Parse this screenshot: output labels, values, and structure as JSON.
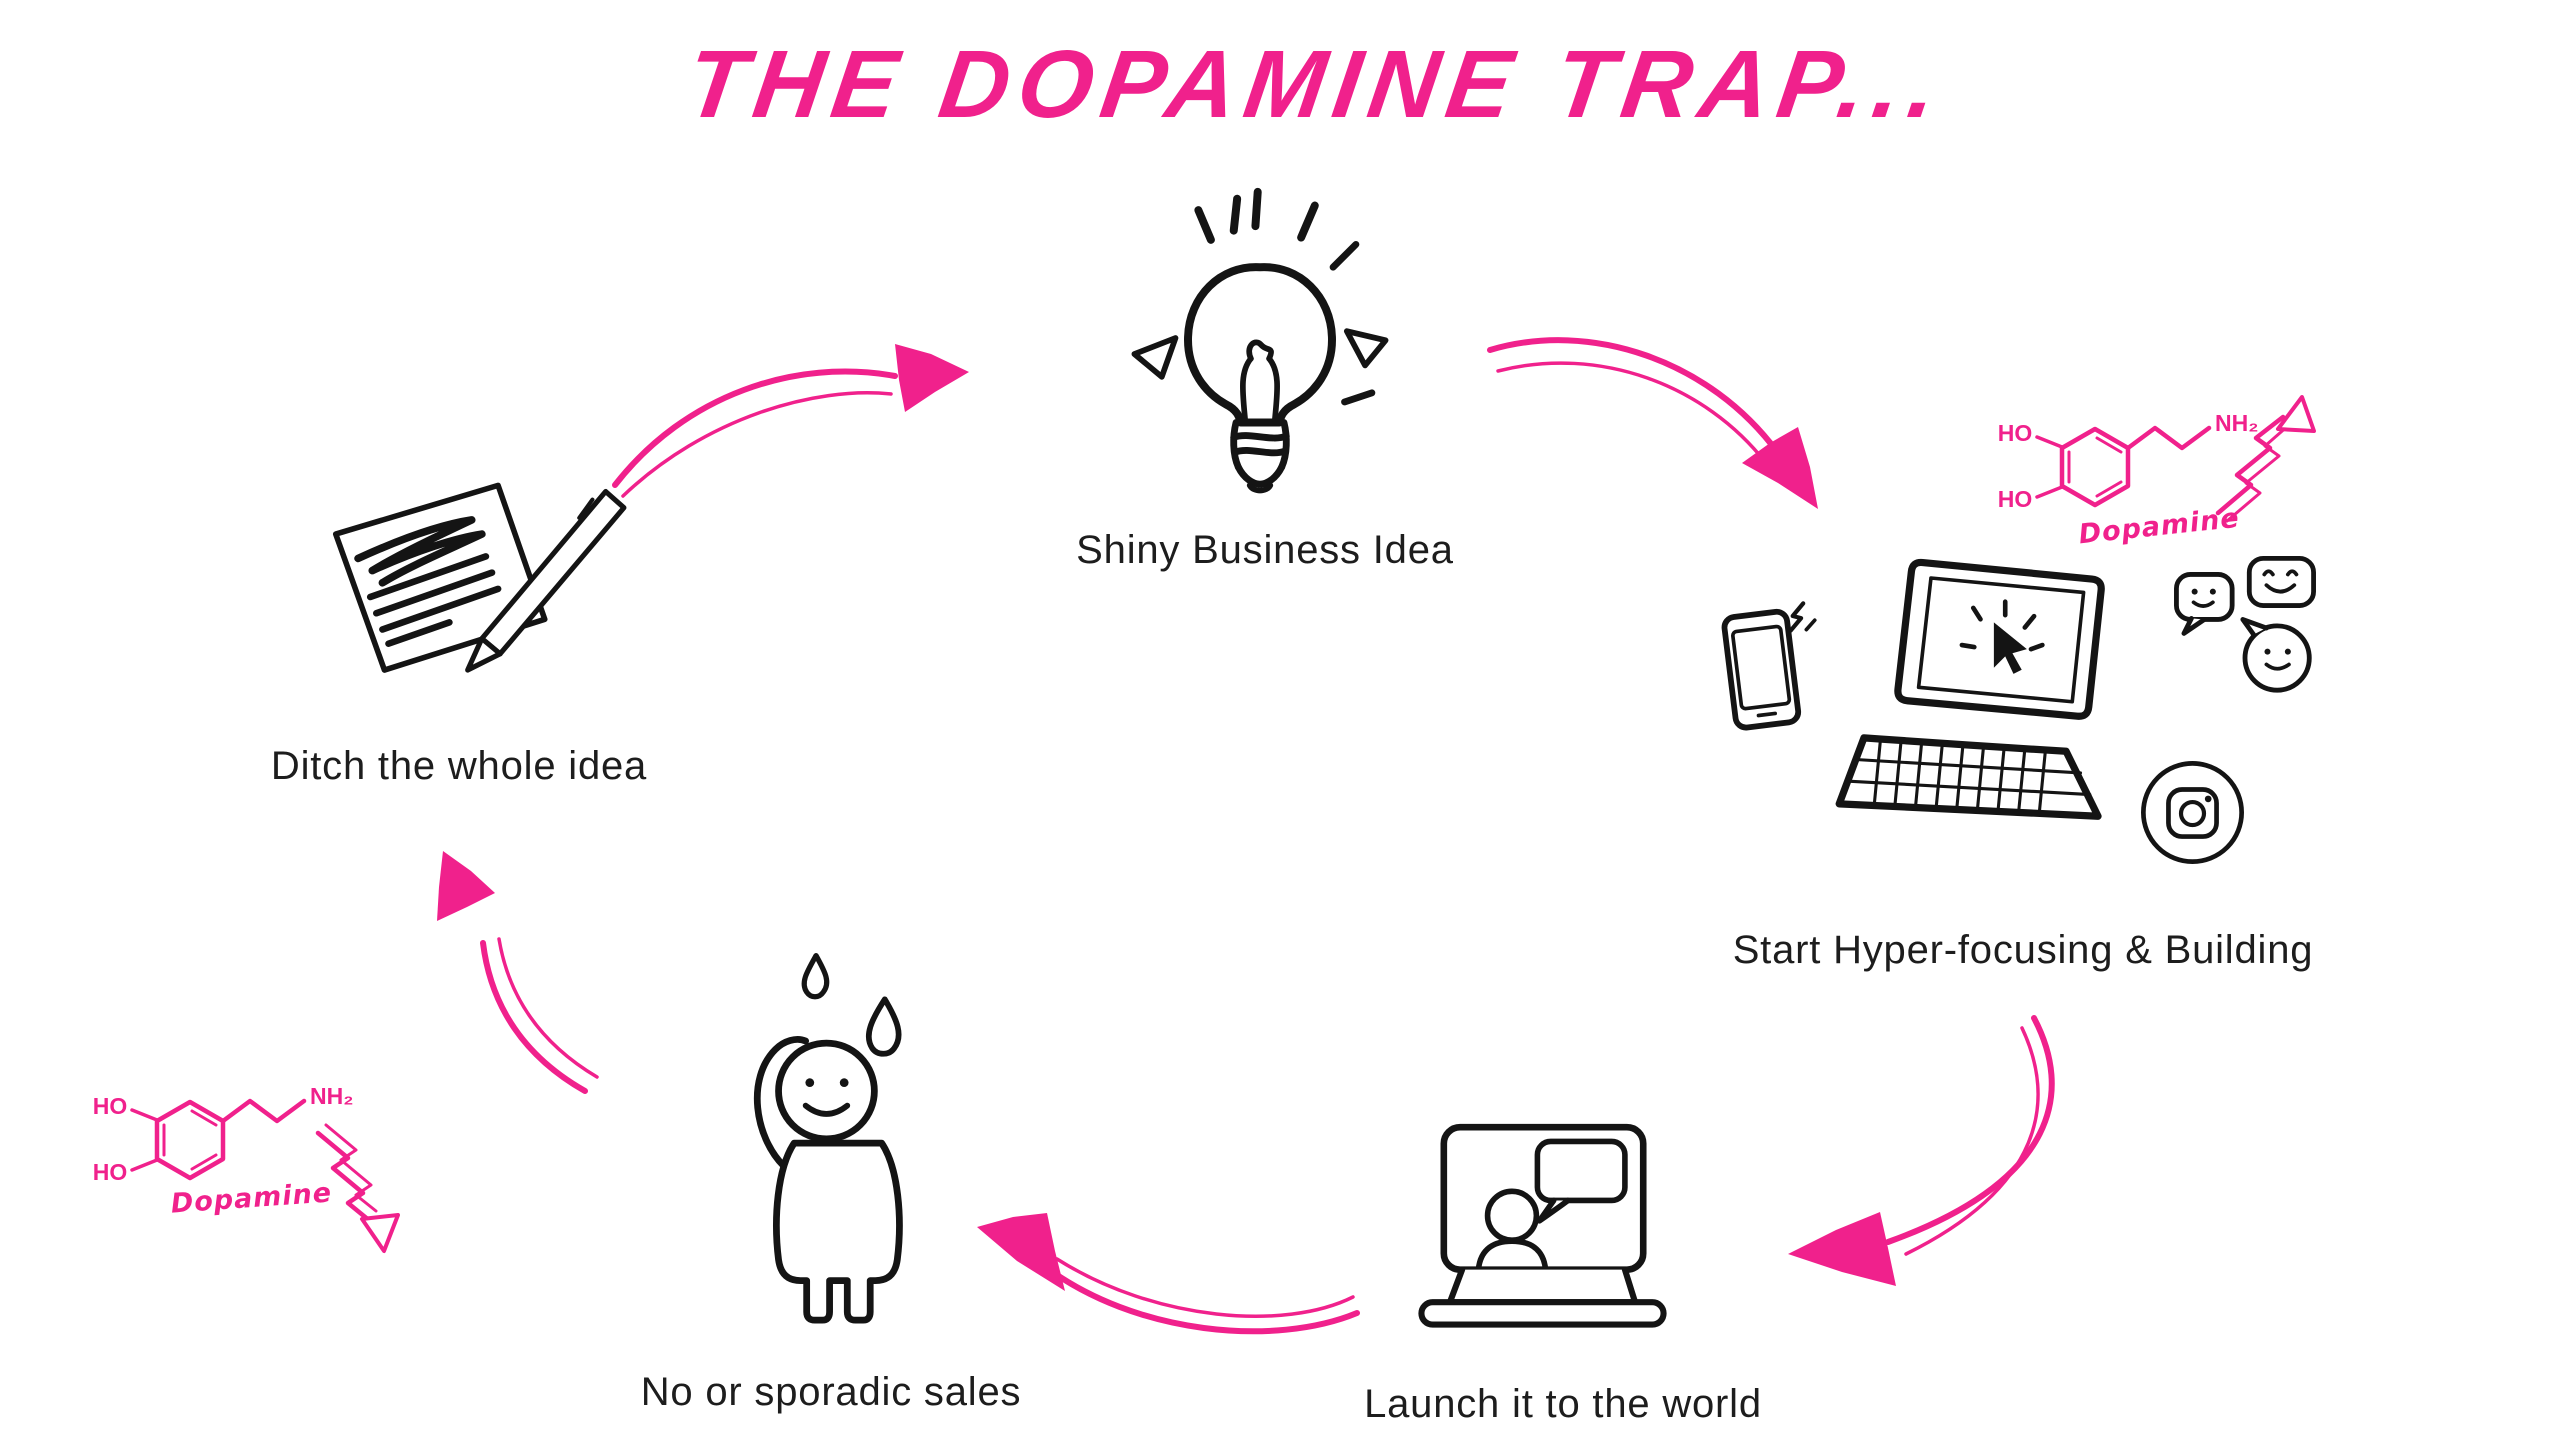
{
  "title": "THE DOPAMINE TRAP...",
  "colors": {
    "accent": "#F0218C",
    "ink": "#141414",
    "background": "#FFFFFF"
  },
  "steps": [
    {
      "id": "idea",
      "label": "Shiny Business Idea"
    },
    {
      "id": "build",
      "label": "Start Hyper-focusing & Building"
    },
    {
      "id": "launch",
      "label": "Launch it to the world"
    },
    {
      "id": "sales",
      "label": "No or sporadic sales"
    },
    {
      "id": "ditch",
      "label": "Ditch the whole idea"
    }
  ],
  "molecule": {
    "ho_top": "HO",
    "ho_bottom": "HO",
    "amine": "NH₂",
    "caption": "Dopamine"
  }
}
